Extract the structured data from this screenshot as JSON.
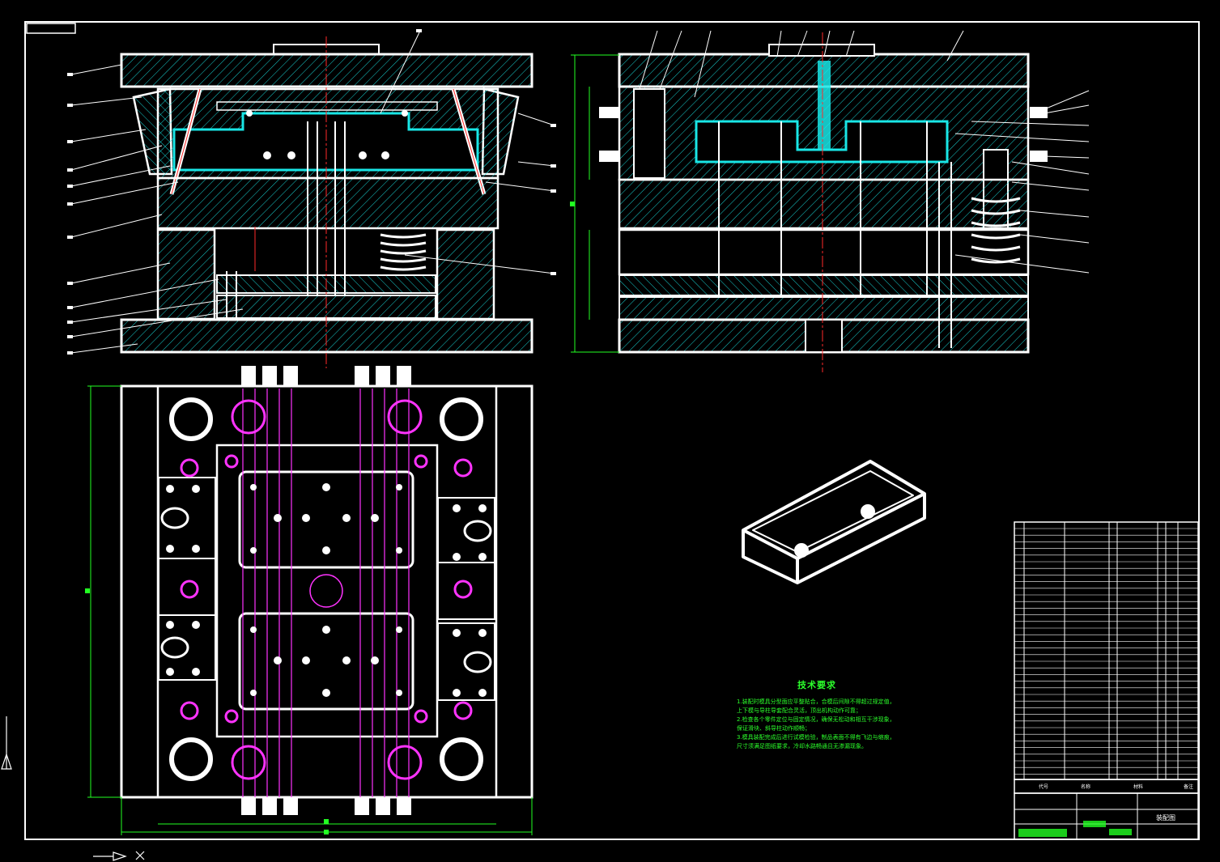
{
  "drawing": {
    "background": "#000000",
    "line_color": "#ffffff",
    "hatch_color": "#19e6e6",
    "centerline_color": "#ff2a2a",
    "dimension_color": "#22ff22",
    "hidden_color": "#ff33ff"
  },
  "tech_requirements": {
    "title": "技术要求",
    "lines": [
      "1.装配时模具分型面应平整贴合，合模后间隙不得超过规定值，",
      "  上下模与导柱导套配合灵活，顶出机构动作可靠；",
      "2.检查各个零件定位与固定情况，确保无松动和相互干涉现象，",
      "  保证滑块、斜导柱动作顺畅；",
      "3.模具装配完成后进行试模检验，制品表面不得有飞边与缩痕，",
      "  尺寸须满足图纸要求，冷却水路畅通且无渗漏现象。"
    ]
  },
  "title_block": {
    "headers": [
      "代号",
      "名称",
      "材料",
      "备注"
    ],
    "name_cell": "装配图"
  }
}
